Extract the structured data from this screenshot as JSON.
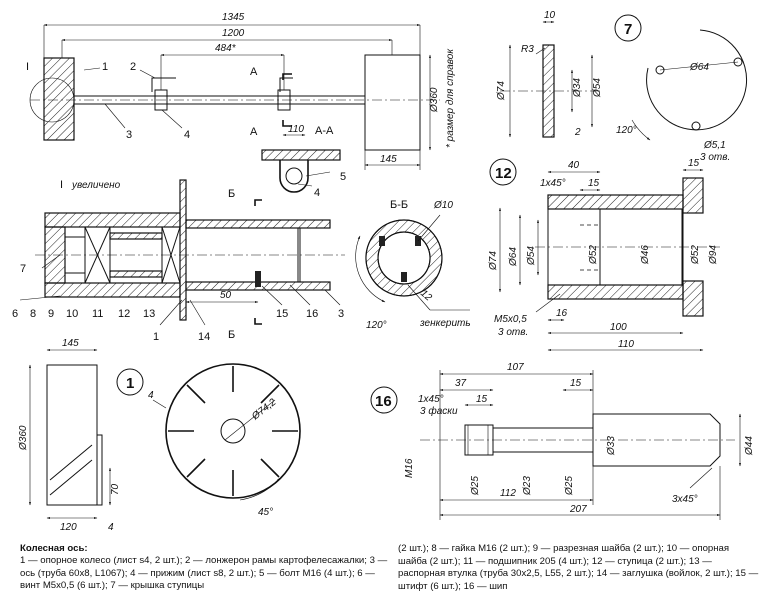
{
  "dimensions": {
    "d1345": "1345",
    "d1200": "1200",
    "d484": "484*",
    "d110": "110",
    "d145": "145",
    "d360": "Ø360",
    "d50": "50",
    "d10": "10",
    "r3": "R3",
    "d74": "Ø74",
    "d34": "Ø34",
    "d54": "Ø54",
    "d2": "2",
    "d64": "Ø64",
    "d5_1": "Ø5,1",
    "d5_1_count": "3 отв.",
    "a120": "120°",
    "a120b": "120°",
    "d40": "40",
    "d15": "15",
    "ch1x45": "1x45°",
    "d15b": "15",
    "d74b": "Ø74",
    "d64b": "Ø64",
    "d54b": "Ø54",
    "d52": "Ø52",
    "d46": "Ø46",
    "d52b": "Ø52",
    "d94": "Ø94",
    "m5": "M5x0,5",
    "m5_count": "3 отв.",
    "d16": "16",
    "d100": "100",
    "d110b": "110",
    "d10b": "Ø10",
    "d12": "12",
    "d145b": "145",
    "d360b": "Ø360",
    "d70": "70",
    "d120": "120",
    "d4": "4",
    "d4b": "4",
    "d74_2": "Ø74,2",
    "a45": "45°",
    "d107": "107",
    "d37": "37",
    "d15c": "15",
    "ch1x45b": "1x45°",
    "ch_count": "3 фаски",
    "d15d": "15",
    "m16": "M16",
    "d25": "Ø25",
    "d23": "Ø23",
    "d25b": "Ø25",
    "d33": "Ø33",
    "d44": "Ø44",
    "d112": "112",
    "d207": "207",
    "ch3x45": "3x45°"
  },
  "labels": {
    "roman1": "I",
    "roman1b": "I",
    "enlarged": "увеличено",
    "secA": "A",
    "secA2": "A",
    "secAA": "A-A",
    "secB": "Б",
    "secB2": "Б",
    "secBB": "Б-Б",
    "ref_note": "* размер для справок",
    "drill": "зенкерить",
    "p1": "1",
    "p2": "2",
    "p3": "3",
    "p4": "4",
    "p4b": "4",
    "p5": "5",
    "p7": "7",
    "p6": "6",
    "p8": "8",
    "p9": "9",
    "p10": "10",
    "p11": "11",
    "p12": "12",
    "p13": "13",
    "p1b": "1",
    "p14": "14",
    "p15": "15",
    "p16": "16",
    "p3b": "3",
    "det7": "7",
    "det12": "12",
    "det1": "1",
    "det16": "16"
  },
  "caption": {
    "title": "Колесная ось:",
    "col1": "1 — опорное колесо (лист s4, 2 шт.); 2 — лонжерон рамы картофелеса­жалки; 3 — ось (труба 60х8, L1067); 4 — прижим (лист s8, 2 шт.); 5 — болт М16 (4 шт.); 6 — винт М5х0,5 (6 шт.); 7 — крышка ступицы",
    "col2": "(2 шт.); 8 — гайка М16 (2 шт.); 9 — разрезная шайба (2 шт.); 10 — опор­ная шайба (2 шт.); 11 — подшипник 205 (4 шт.); 12 — ступица (2 шт.); 13 — распорная втулка (труба 30х2,5, L55, 2 шт.); 14 — заглушка (войлок, 2 шт.); 15 — штифт (6 шт.); 16 — шип"
  }
}
